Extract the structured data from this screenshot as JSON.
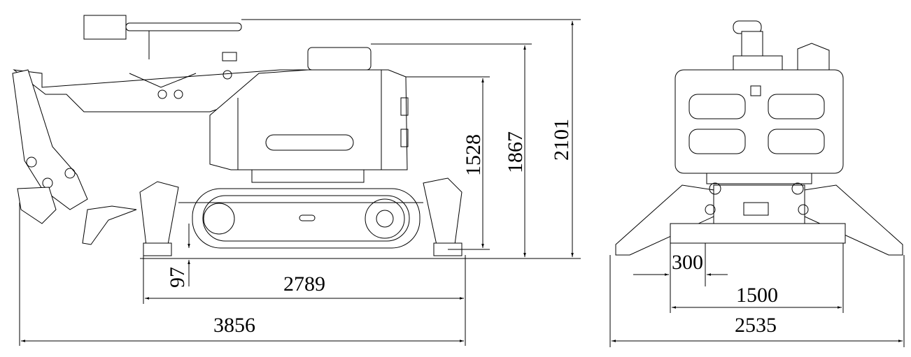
{
  "side_view": {
    "dimensions": {
      "overall_length": "3856",
      "track_length": "2789",
      "ground_clearance": "97",
      "body_height": "1528",
      "cab_height": "1867",
      "overall_height": "2101"
    }
  },
  "front_view": {
    "dimensions": {
      "overall_width": "2535",
      "track_gauge": "1500",
      "track_width": "300"
    }
  }
}
